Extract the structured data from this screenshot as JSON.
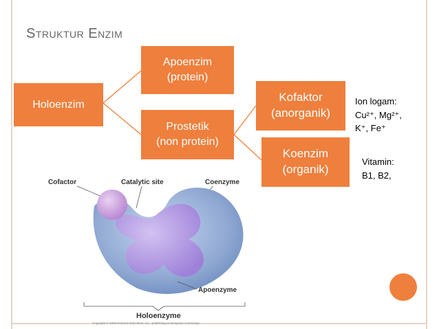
{
  "title": "Struktur Enzim",
  "nodes": {
    "holoenzim": "Holoenzim",
    "apoenzim": [
      "Apoenzim",
      "(protein)"
    ],
    "prostetik": [
      "Prostetik",
      "(non protein)"
    ],
    "kofaktor": [
      "Kofaktor",
      "(anorganik)"
    ],
    "koenzim": [
      "Koenzim",
      "(organik)"
    ]
  },
  "notes": {
    "ion_logam": [
      "Ion logam:",
      "Cu²⁺, Mg²⁺,",
      "K⁺, Fe⁺"
    ],
    "vitamin": [
      "Vitamin:",
      "B1, B2,"
    ]
  },
  "figure": {
    "cofactor": "Cofactor",
    "catalytic_site": "Catalytic site",
    "coenzyme": "Coenzyme",
    "apoenzyme": "Apoenzyme",
    "holoenzyme": "Holoenzyme",
    "copyright": "Copyright © 2006 Pearson Education, Inc., publishing as Benjamin Cummings."
  },
  "colors": {
    "accent": "#ef7f3c",
    "frame": "#e4d3c7",
    "enzyme_blue": "#8fa8d2",
    "enzyme_purple": "#b49ae0",
    "cofactor_purple": "#c89ad8"
  }
}
